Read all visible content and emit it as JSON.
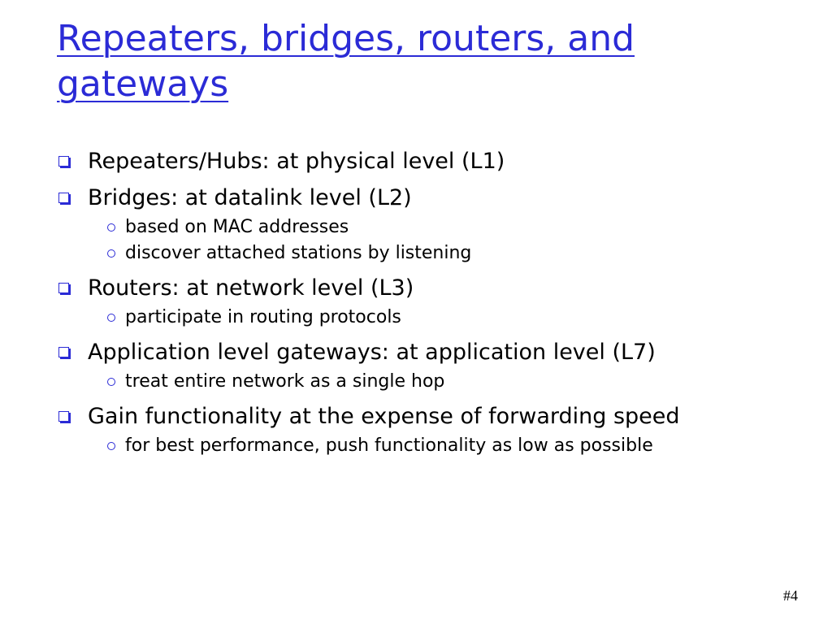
{
  "slide": {
    "title": "Repeaters, bridges, routers, and gateways",
    "bullets": [
      {
        "text": "Repeaters/Hubs: at physical level (L1)",
        "sub": []
      },
      {
        "text": "Bridges: at datalink level (L2)",
        "sub": [
          "based on MAC addresses",
          "discover attached stations by listening"
        ]
      },
      {
        "text": "Routers: at network level (L3)",
        "sub": [
          "participate in routing protocols"
        ]
      },
      {
        "text": "Application level gateways: at application level (L7)",
        "sub": [
          "treat entire network as a single hop"
        ]
      },
      {
        "text": "Gain functionality at the expense of forwarding speed",
        "sub": [
          "for best performance, push functionality as low as possible"
        ]
      }
    ],
    "page_number": "#4"
  },
  "colors": {
    "title": "#2b2bd6",
    "bullet_marker": "#2b2bd6",
    "text": "#000000",
    "background": "#ffffff"
  },
  "icons": {
    "level1_marker": "square-bullet-icon",
    "level2_marker": "circle-bullet-icon"
  }
}
